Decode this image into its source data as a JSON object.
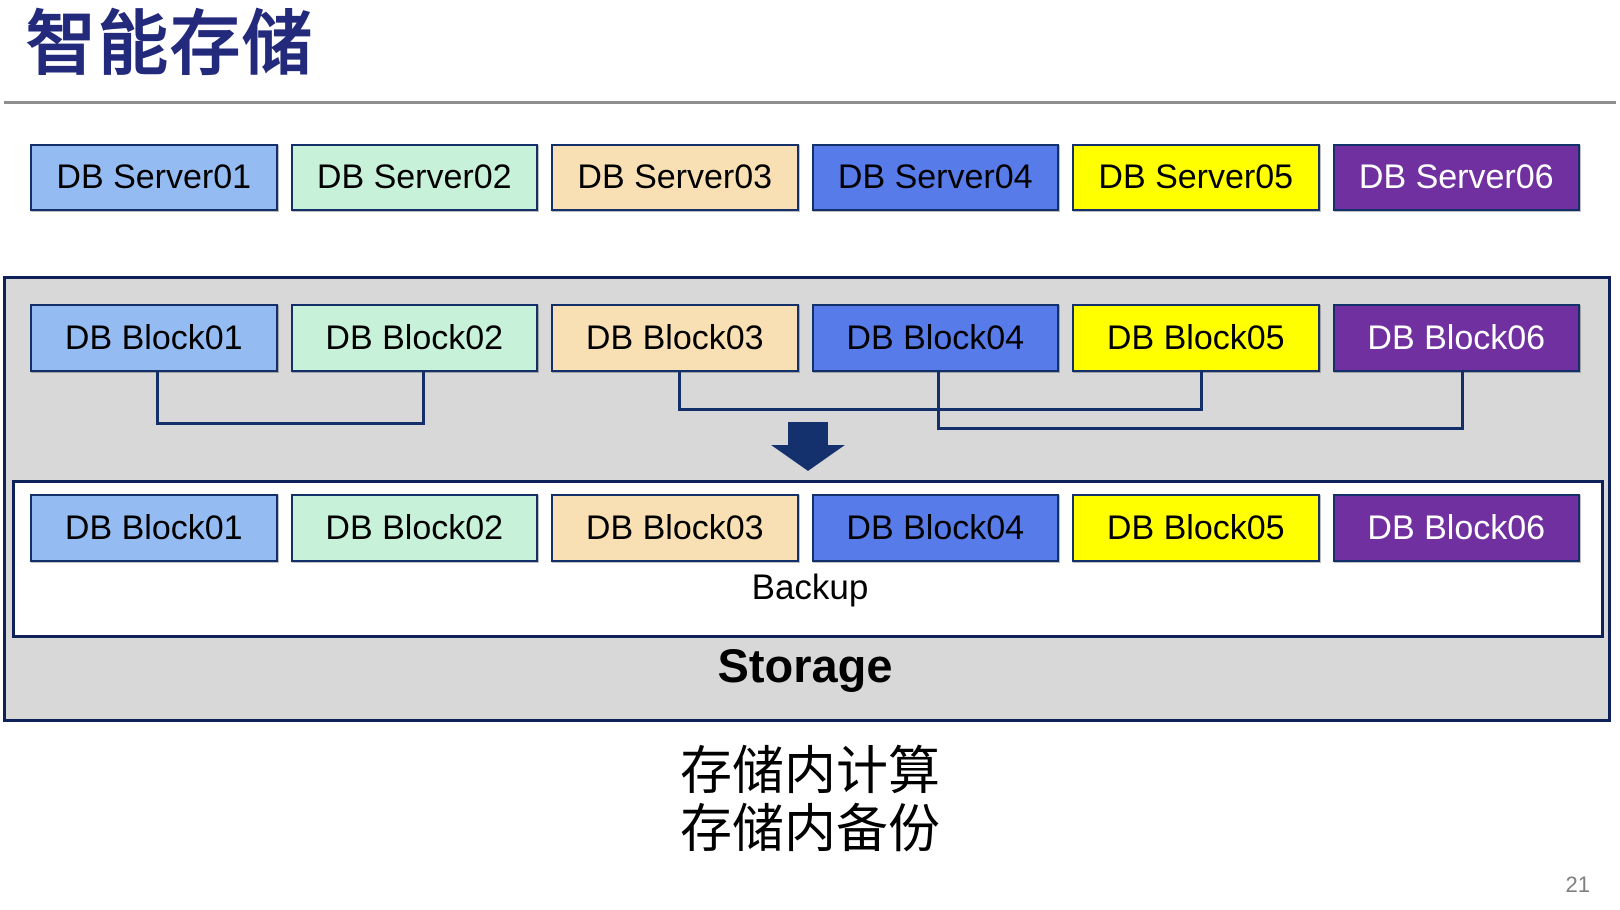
{
  "title": "智能存储",
  "page_number": "21",
  "caption": {
    "line1": "存储内计算",
    "line2": "存储内备份"
  },
  "servers": [
    {
      "label": "DB Server01",
      "fill": "#94BCF2",
      "text_color": "#000000"
    },
    {
      "label": "DB Server02",
      "fill": "#C8F1DA",
      "text_color": "#000000"
    },
    {
      "label": "DB Server03",
      "fill": "#F8E0B4",
      "text_color": "#000000"
    },
    {
      "label": "DB Server04",
      "fill": "#577BE8",
      "text_color": "#000000"
    },
    {
      "label": "DB Server05",
      "fill": "#FFFF00",
      "text_color": "#000000"
    },
    {
      "label": "DB Server06",
      "fill": "#7030A0",
      "text_color": "#FFFFFF"
    }
  ],
  "storage_unit": {
    "top_blocks": [
      {
        "label": "DB Block01",
        "fill": "#94BCF2",
        "text_color": "#000000"
      },
      {
        "label": "DB Block02",
        "fill": "#C8F1DA",
        "text_color": "#000000"
      },
      {
        "label": "DB Block03",
        "fill": "#F8E0B4",
        "text_color": "#000000"
      },
      {
        "label": "DB Block04",
        "fill": "#577BE8",
        "text_color": "#000000"
      },
      {
        "label": "DB Block05",
        "fill": "#FFFF00",
        "text_color": "#000000"
      },
      {
        "label": "DB Block06",
        "fill": "#7030A0",
        "text_color": "#FFFFFF"
      }
    ],
    "bottom_blocks": [
      {
        "label": "DB Block01",
        "fill": "#94BCF2",
        "text_color": "#000000"
      },
      {
        "label": "DB Block02",
        "fill": "#C8F1DA",
        "text_color": "#000000"
      },
      {
        "label": "DB Block03",
        "fill": "#F8E0B4",
        "text_color": "#000000"
      },
      {
        "label": "DB Block04",
        "fill": "#577BE8",
        "text_color": "#000000"
      },
      {
        "label": "DB Block05",
        "fill": "#FFFF00",
        "text_color": "#000000"
      },
      {
        "label": "DB Block06",
        "fill": "#7030A0",
        "text_color": "#FFFFFF"
      }
    ],
    "backup_label": "Backup",
    "storage_label": "Storage",
    "connections": [
      {
        "from": "DB Block01",
        "to": "DB Block02"
      },
      {
        "from": "DB Block03",
        "to": "DB Block05"
      },
      {
        "from": "DB Block04",
        "to": "DB Block06"
      }
    ]
  },
  "colors": {
    "title": "#23297B",
    "rule": "#8E8E8E",
    "box_border": "#14306A",
    "container_border": "#0E2259",
    "container_fill": "#D8D8D8",
    "connector": "#14306A",
    "arrow": "#14316E",
    "page_number": "#7F7F7F"
  }
}
